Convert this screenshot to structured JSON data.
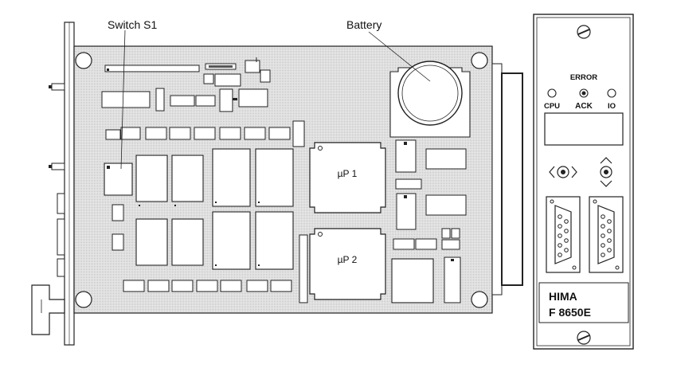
{
  "callouts": {
    "switch": "Switch S1",
    "battery": "Battery"
  },
  "chips": {
    "cpu1": "µP 1",
    "cpu2": "µP 2"
  },
  "front_panel": {
    "error_label": "ERROR",
    "cpu_label": "CPU",
    "ack_label": "ACK",
    "io_label": "IO",
    "brand": "HIMA",
    "model": "F 8650E"
  }
}
